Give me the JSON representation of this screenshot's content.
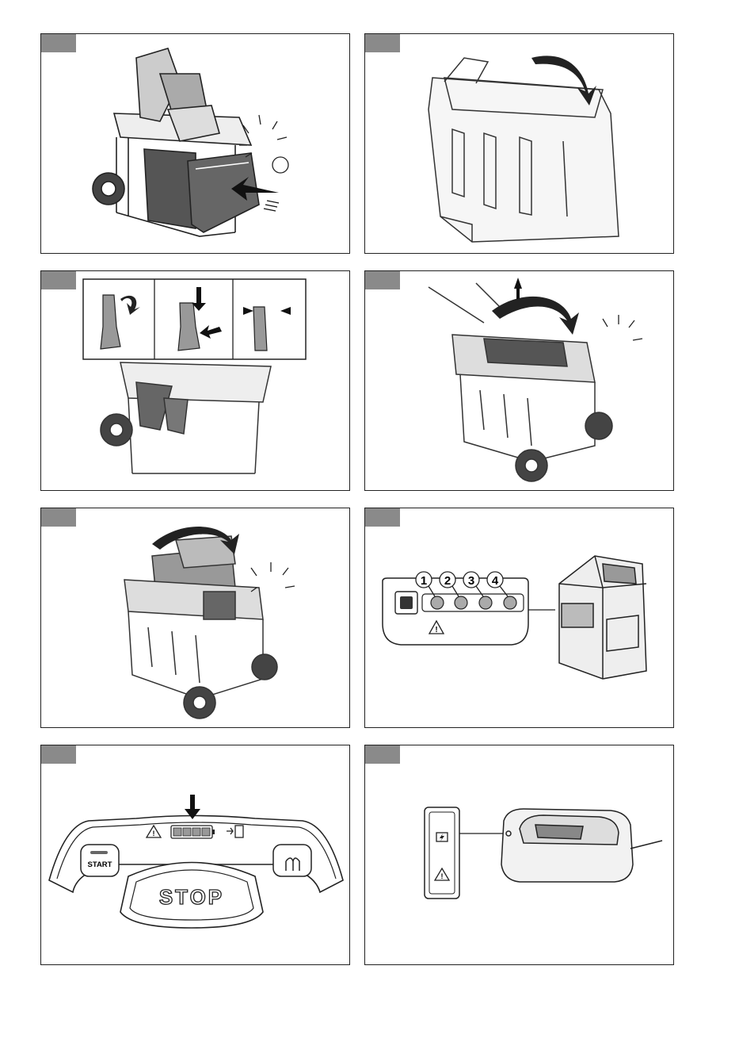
{
  "panels": [
    {
      "id": "p1",
      "callout": ""
    },
    {
      "id": "p2"
    },
    {
      "id": "p3"
    },
    {
      "id": "p4"
    },
    {
      "id": "p5"
    },
    {
      "id": "p6",
      "led_numbers": [
        "1",
        "2",
        "3",
        "4"
      ]
    },
    {
      "id": "p7",
      "buttons": {
        "start": "START",
        "stop": "STOP"
      }
    },
    {
      "id": "p8"
    }
  ]
}
